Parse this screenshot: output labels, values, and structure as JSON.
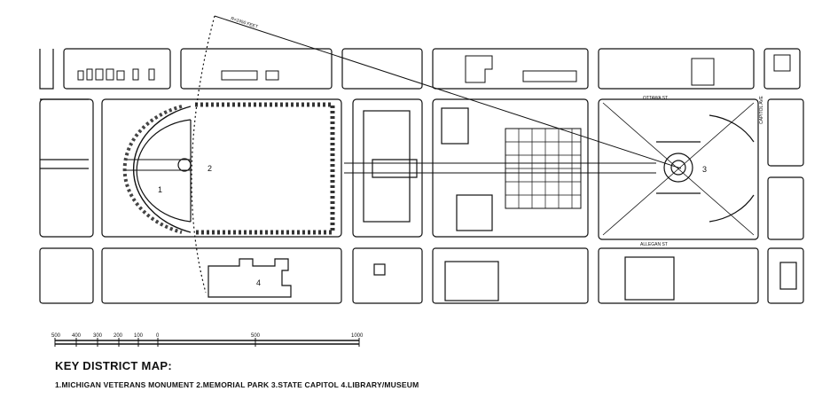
{
  "map": {
    "title": "KEY DISTRICT MAP:",
    "legend_line": "1.MICHIGAN VETERANS MONUMENT 2.MEMORIAL PARK  3.STATE CAPITOL 4.LIBRARY/MUSEUM",
    "markers": [
      "1",
      "2",
      "3",
      "4"
    ],
    "dimension_label": "R=2450 FEET",
    "street_labels": {
      "ottawa": "OTTAWA ST",
      "allegan": "ALLEGAN ST",
      "capitol": "CAPITOL AVE"
    },
    "scale": {
      "ticks": [
        "500",
        "400",
        "300",
        "200",
        "100",
        "0",
        "500",
        "1000"
      ]
    }
  }
}
